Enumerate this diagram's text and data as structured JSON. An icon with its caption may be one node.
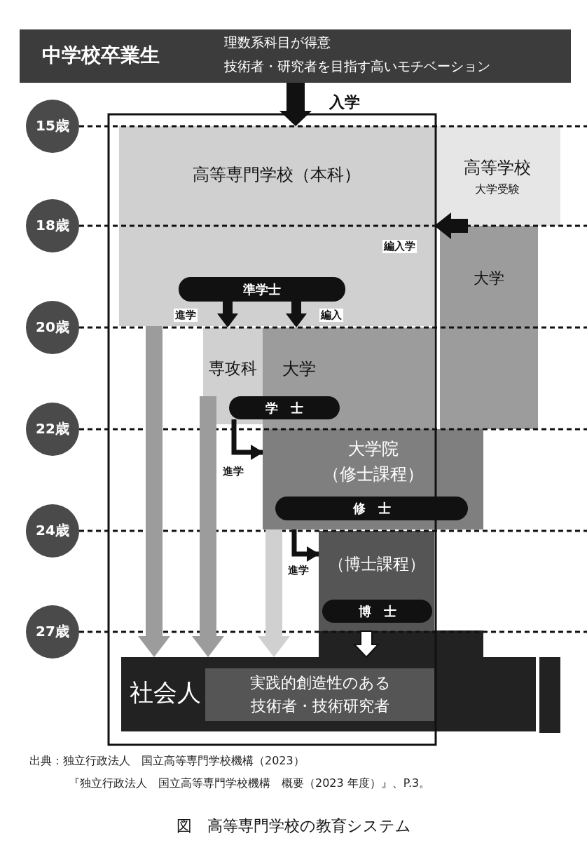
{
  "diagram": {
    "caption": "図　高等専門学校の教育システム",
    "nodes": [
      {
        "text": [
          "中学校卒業生",
          "理数系科目が得意",
          "技術者・研究者を目指す高いモチベーション"
        ]
      },
      {
        "text": [
          "高等専門学校（本科）"
        ]
      },
      {
        "text": [
          "準学士"
        ],
        "in": 1
      },
      {
        "text": [
          "高等学校",
          "大学受験"
        ]
      },
      {
        "text": [
          "大学"
        ]
      },
      {
        "text": [
          "専攻科"
        ]
      },
      {
        "text": [
          "大学"
        ]
      },
      {
        "text": [
          "学　士"
        ]
      },
      {
        "text": [
          "大学院",
          "（修士課程）"
        ]
      },
      {
        "text": [
          "修　士"
        ],
        "in": 8
      },
      {
        "text": [
          "（博士課程）"
        ]
      },
      {
        "text": [
          "博　士"
        ],
        "in": 10
      },
      {
        "text": [
          "社会人"
        ]
      },
      {
        "text": [
          "実践的創造性のある技術者・技術研究者"
        ],
        "in": 12
      },
      {
        "text": [
          "15歳"
        ]
      },
      {
        "text": [
          "18歳"
        ]
      },
      {
        "text": [
          "20歳"
        ]
      },
      {
        "text": [
          "22歳"
        ]
      },
      {
        "text": [
          "24歳"
        ]
      },
      {
        "text": [
          "27歳"
        ]
      }
    ],
    "edges": [
      {
        "from": 0,
        "to": 1,
        "arrow": "to",
        "label": "入学"
      },
      {
        "from": 3,
        "to": 1,
        "arrow": "to",
        "label": "編入学"
      },
      {
        "from": 2,
        "to": 5,
        "arrow": "to",
        "label": "進学"
      },
      {
        "from": 2,
        "to": 6,
        "arrow": "to",
        "label": "編入"
      },
      {
        "from": 7,
        "to": 8,
        "arrow": "to",
        "label": "進学"
      },
      {
        "from": 8,
        "to": 10,
        "arrow": "to",
        "label": "進学"
      },
      {
        "from": 1,
        "to": 12,
        "arrow": "to",
        "color": "#9c9c9c"
      },
      {
        "from": 5,
        "to": 12,
        "arrow": "to",
        "color": "#9c9c9c"
      },
      {
        "from": 8,
        "to": 12,
        "arrow": "to",
        "color": "#d0d0d0"
      },
      {
        "from": 10,
        "to": 12,
        "arrow": "to",
        "color": "#ffffff"
      }
    ],
    "labels": [
      "出典：独立行政法人　国立高等専門学校機構（2023）",
      "『独立行政法人　国立高等専門学校機構　概要（2023 年度）』、P.3。"
    ]
  }
}
